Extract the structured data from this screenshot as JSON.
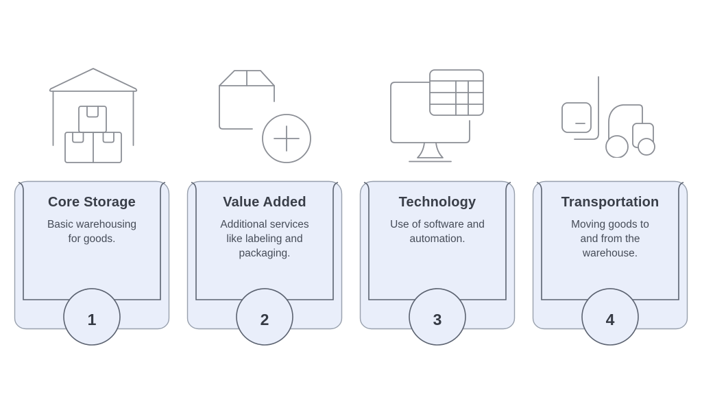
{
  "title": "Warehousing services infographic",
  "colors": {
    "card_fill": "#e9eefa",
    "card_border": "#98a0ad",
    "bracket_stroke": "#5b6270",
    "title_text": "#393e48",
    "body_text": "#464c58",
    "number_text": "#353a44",
    "icon_stroke": "#8b8e95",
    "background": "#ffffff"
  },
  "steps": [
    {
      "number": "1",
      "title": "Core Storage",
      "description": "Basic warehousing\nfor goods.",
      "icon": "warehouse-icon"
    },
    {
      "number": "2",
      "title": "Value Added",
      "description": "Additional services\nlike labeling and\npackaging.",
      "icon": "package-add-icon"
    },
    {
      "number": "3",
      "title": "Technology",
      "description": "Use of software and\nautomation.",
      "icon": "monitor-spreadsheet-icon"
    },
    {
      "number": "4",
      "title": "Transportation",
      "description": "Moving goods to\nand from the\nwarehouse.",
      "icon": "forklift-icon"
    }
  ]
}
